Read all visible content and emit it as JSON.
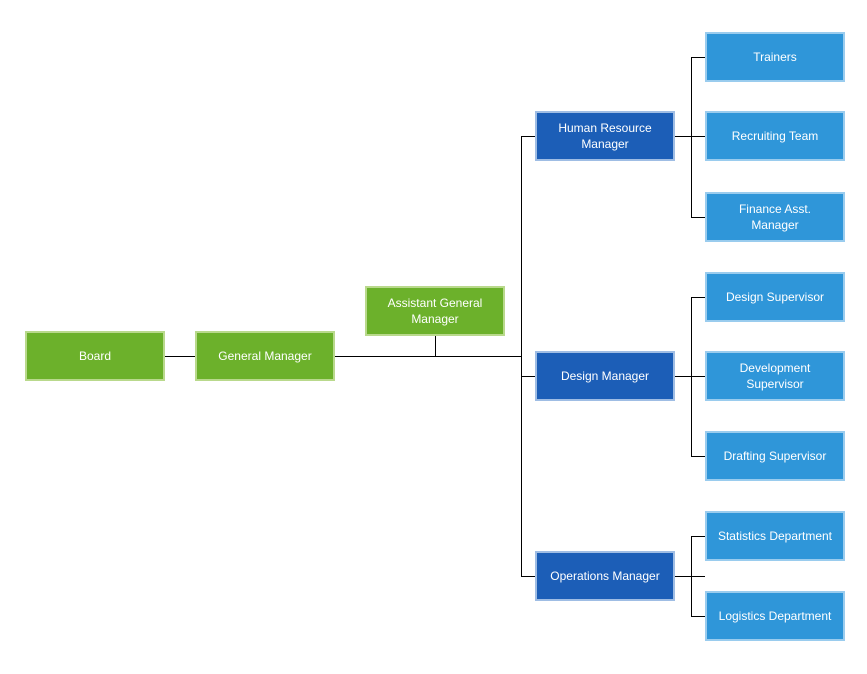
{
  "diagram": {
    "type": "organization-chart",
    "background_color": "#ffffff",
    "connector_color": "#000000",
    "node_text_color": "#ffffff",
    "palette": {
      "executive_green": "#6CB12B",
      "manager_dark_blue": "#1C5EB7",
      "team_light_blue": "#2F96D9"
    },
    "nodes": {
      "board": {
        "label": "Board",
        "level": 1,
        "reports_to": null
      },
      "general_manager": {
        "label": "General Manager",
        "level": 1,
        "reports_to": "Board"
      },
      "assistant_general_manager": {
        "label": "Assistant General Manager",
        "level": 1,
        "reports_to": "General Manager"
      },
      "hr_manager": {
        "label": "Human Resource Manager",
        "level": 2,
        "reports_to": "General Manager"
      },
      "trainers": {
        "label": "Trainers",
        "level": 3,
        "reports_to": "Human Resource Manager"
      },
      "recruiting_team": {
        "label": "Recruiting Team",
        "level": 3,
        "reports_to": "Human Resource Manager"
      },
      "finance_asst_manager": {
        "label": "Finance Asst. Manager",
        "level": 3,
        "reports_to": "Human Resource Manager"
      },
      "design_manager": {
        "label": "Design Manager",
        "level": 2,
        "reports_to": "General Manager"
      },
      "design_supervisor": {
        "label": "Design Supervisor",
        "level": 3,
        "reports_to": "Design Manager"
      },
      "development_supervisor": {
        "label": "Development Supervisor",
        "level": 3,
        "reports_to": "Design Manager"
      },
      "drafting_supervisor": {
        "label": "Drafting Supervisor",
        "level": 3,
        "reports_to": "Design Manager"
      },
      "operations_manager": {
        "label": "Operations Manager",
        "level": 2,
        "reports_to": "General Manager"
      },
      "statistics_department": {
        "label": "Statistics Department",
        "level": 3,
        "reports_to": "Operations Manager"
      },
      "logistics_department": {
        "label": "Logistics Department",
        "level": 3,
        "reports_to": "Operations Manager"
      }
    }
  }
}
